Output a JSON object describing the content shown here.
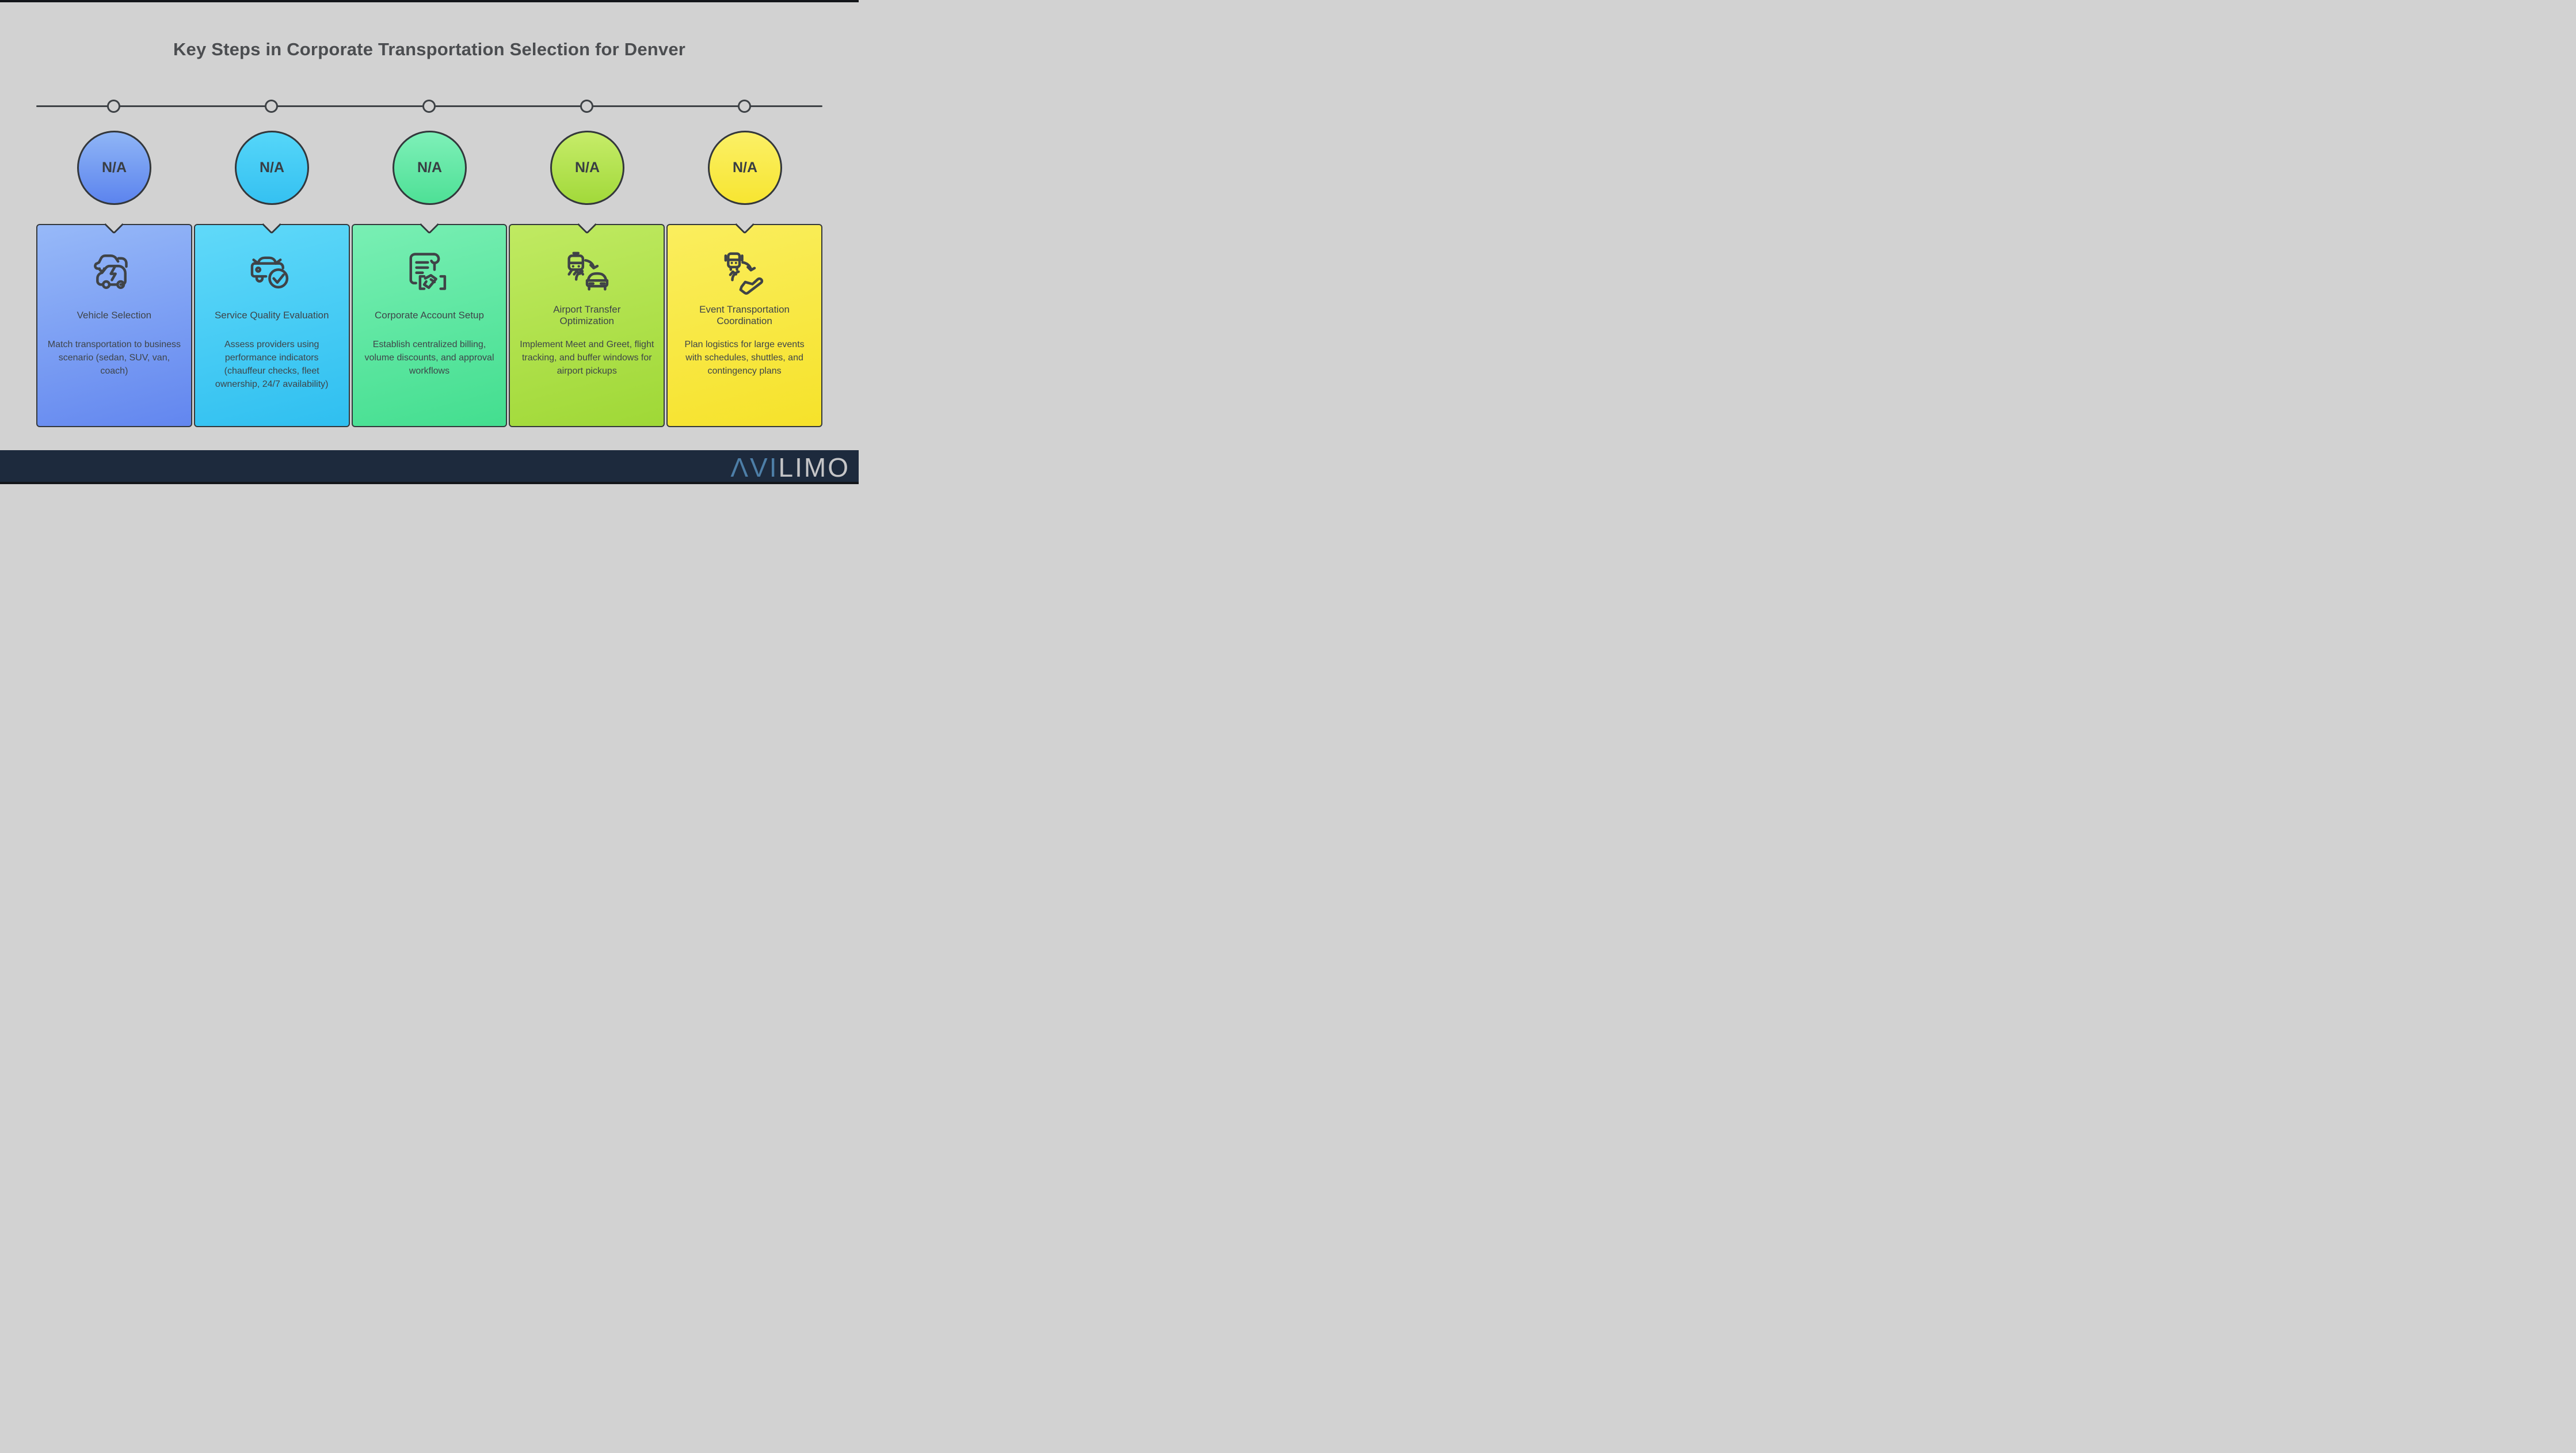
{
  "page": {
    "title": "Key Steps in Corporate Transportation Selection for Denver",
    "background_color": "#d2d2d2",
    "outline_color": "#34383c",
    "text_color": "#3e4449"
  },
  "steps": [
    {
      "badge": "N/A",
      "icon": "electric-vehicles-icon",
      "title": "Vehicle Selection",
      "description": "Match transportation to business scenario (sedan, SUV, van, coach)",
      "circle_gradient": [
        "#8fb5f6",
        "#5c84ee"
      ],
      "card_gradient": [
        "#97b9f8",
        "#6286ef"
      ]
    },
    {
      "badge": "N/A",
      "icon": "car-check-icon",
      "title": "Service Quality Evaluation",
      "description": "Assess providers using performance indicators (chauffeur checks, fleet ownership, 24/7 availability)",
      "circle_gradient": [
        "#55d6f9",
        "#35c1f1"
      ],
      "card_gradient": [
        "#60d9f9",
        "#2fbff0"
      ]
    },
    {
      "badge": "N/A",
      "icon": "contract-handshake-icon",
      "title": "Corporate Account Setup",
      "description": "Establish centralized billing, volume discounts, and approval workflows",
      "circle_gradient": [
        "#7ef0b8",
        "#4ee096"
      ],
      "card_gradient": [
        "#79efb4",
        "#43de8f"
      ]
    },
    {
      "badge": "N/A",
      "icon": "train-car-transfer-icon",
      "title": "Airport Transfer Optimization",
      "description": "Implement Meet and Greet, flight tracking, and buffer windows for airport pickups",
      "circle_gradient": [
        "#c6ec69",
        "#a2d93a"
      ],
      "card_gradient": [
        "#c0ea62",
        "#9fd836"
      ]
    },
    {
      "badge": "N/A",
      "icon": "bus-plane-transfer-icon",
      "title": "Event Transportation Coordination",
      "description": "Plan logistics for large events with schedules, shuttles, and contingency plans",
      "circle_gradient": [
        "#fbf066",
        "#f7e531"
      ],
      "card_gradient": [
        "#faee5e",
        "#f6e22a"
      ]
    }
  ],
  "footer": {
    "logo_prefix": "ΛVI",
    "logo_suffix": "LIMO",
    "bar_color": "#1d2a3d",
    "prefix_color": "#4d7ea7",
    "suffix_color": "#c5c5c7"
  }
}
